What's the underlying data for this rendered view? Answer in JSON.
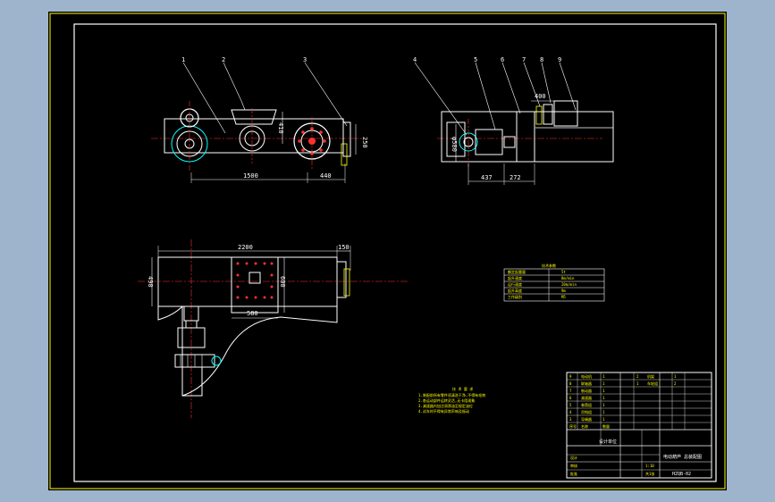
{
  "colors": {
    "background": "#9eb4cc",
    "sheet": "#000000",
    "outline": "#ffffff",
    "frame": "#ffff00",
    "center": "#ff3030",
    "dimension": "#ffffff",
    "parts": "#00ffff"
  },
  "top_view": {
    "part_labels": [
      "1",
      "2",
      "3",
      "4",
      "5",
      "6",
      "7",
      "8",
      "9"
    ],
    "dims": {
      "d1500": "1500",
      "d440": "440",
      "d250": "250",
      "d410": "410",
      "d437": "437",
      "d272": "272",
      "d400": "400",
      "d580": "φ580"
    }
  },
  "plan_view": {
    "dims": {
      "d2200": "2200",
      "d150": "150",
      "d490": "490",
      "d600": "600",
      "d580": "580"
    }
  },
  "spec_table": {
    "title": "技术参数",
    "rows": [
      [
        "额定起重量",
        "5t"
      ],
      [
        "起升速度",
        "8m/min"
      ],
      [
        "运行速度",
        "20m/min"
      ],
      [
        "起升高度",
        "9m"
      ],
      [
        "工作级别",
        "M5"
      ]
    ]
  },
  "tech_notes": {
    "title": "技 术 要 求",
    "lines": [
      "1.装配前所有零件须清洗干净,不得有毛刺",
      "2.各运动部件运转灵活,无卡阻现象",
      "3.减速器内加注润滑油至规定油位",
      "4.试车时不得有异常声响及振动"
    ]
  },
  "title_block": {
    "drawing_title": "电动葫芦 总装配图",
    "drawing_no": "HZQB-02",
    "org": "设计单位",
    "scale": "1:10",
    "sheet": "共1张",
    "parts_rows": [
      [
        "9",
        "电动机",
        "1"
      ],
      [
        "8",
        "联轴器",
        "1"
      ],
      [
        "7",
        "制动器",
        "1"
      ],
      [
        "6",
        "减速器",
        "1"
      ],
      [
        "5",
        "卷筒组",
        "1"
      ],
      [
        "4",
        "吊钩组",
        "1"
      ],
      [
        "3",
        "导绳器",
        "1"
      ],
      [
        "2",
        "机架",
        "1"
      ],
      [
        "1",
        "车轮组",
        "2"
      ]
    ],
    "header": [
      "序号",
      "名称",
      "数量"
    ],
    "sign": [
      "设计",
      "审核",
      "批准"
    ]
  }
}
